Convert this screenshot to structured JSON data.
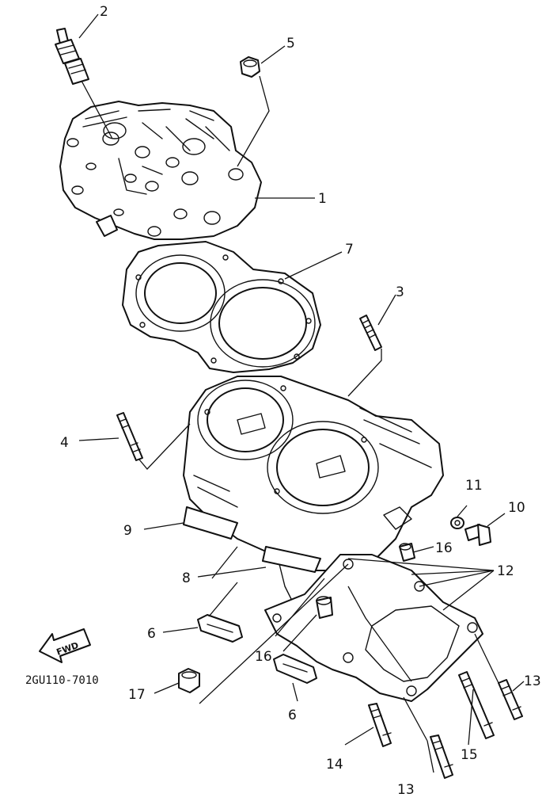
{
  "diagram_code": "2GU110-7010",
  "fwd_label": "FWD",
  "callouts": {
    "c1": "1",
    "c2": "2",
    "c3": "3",
    "c4": "4",
    "c5": "5",
    "c6a": "6",
    "c6b": "6",
    "c7": "7",
    "c8": "8",
    "c9": "9",
    "c10": "10",
    "c11": "11",
    "c12": "12",
    "c13a": "13",
    "c13b": "13",
    "c14": "14",
    "c15": "15",
    "c16a": "16",
    "c16b": "16",
    "c17": "17"
  }
}
